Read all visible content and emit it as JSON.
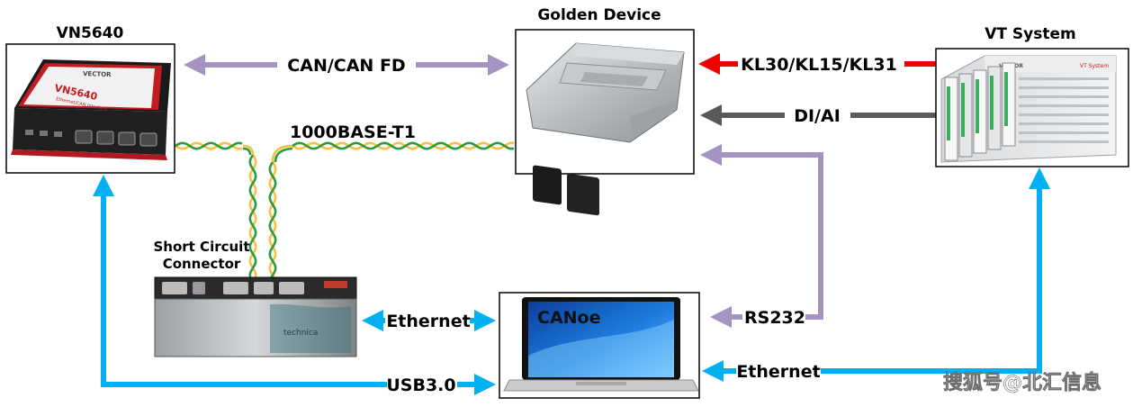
{
  "nodes": {
    "vn5640": {
      "title": "VN5640",
      "brand": "VECTOR",
      "model": "VN5640",
      "subtitle": "Ethernet/CAN Interface"
    },
    "golden_device": {
      "title": "Golden Device"
    },
    "vt_system": {
      "title": "VT System",
      "brand": "VECTOR",
      "model": "VT System"
    },
    "short_circuit": {
      "title_line1": "Short Circuit",
      "title_line2": "Connector",
      "brand": "technica"
    },
    "canoe": {
      "screen_text": "CANoe"
    }
  },
  "connections": {
    "can": "CAN/CAN FD",
    "automotive_ethernet": "1000BASE-T1",
    "power": "KL30/KL15/KL31",
    "io": "DI/AI",
    "serial": "RS232",
    "ethernet_sc": "Ethernet",
    "ethernet_vt": "Ethernet",
    "usb": "USB3.0"
  },
  "watermark": "搜狐号@北汇信息",
  "colors": {
    "can_arrow": "#a593c4",
    "rs232_arrow": "#a593c4",
    "power_arrow": "#ee0000",
    "io_arrow": "#5a5a5a",
    "ethernet_arrow": "#00b0f0",
    "usb_arrow": "#00b0f0",
    "twisted_pair_yellow": "#f6c040",
    "twisted_pair_green": "#2e9a3c"
  }
}
